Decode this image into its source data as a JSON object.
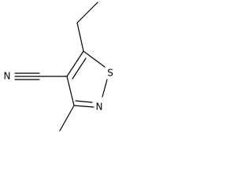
{
  "molecule": {
    "atoms": {
      "sulfur": "S",
      "ring_nitrogen": "N",
      "nitrile_nitrogen": "N"
    }
  }
}
